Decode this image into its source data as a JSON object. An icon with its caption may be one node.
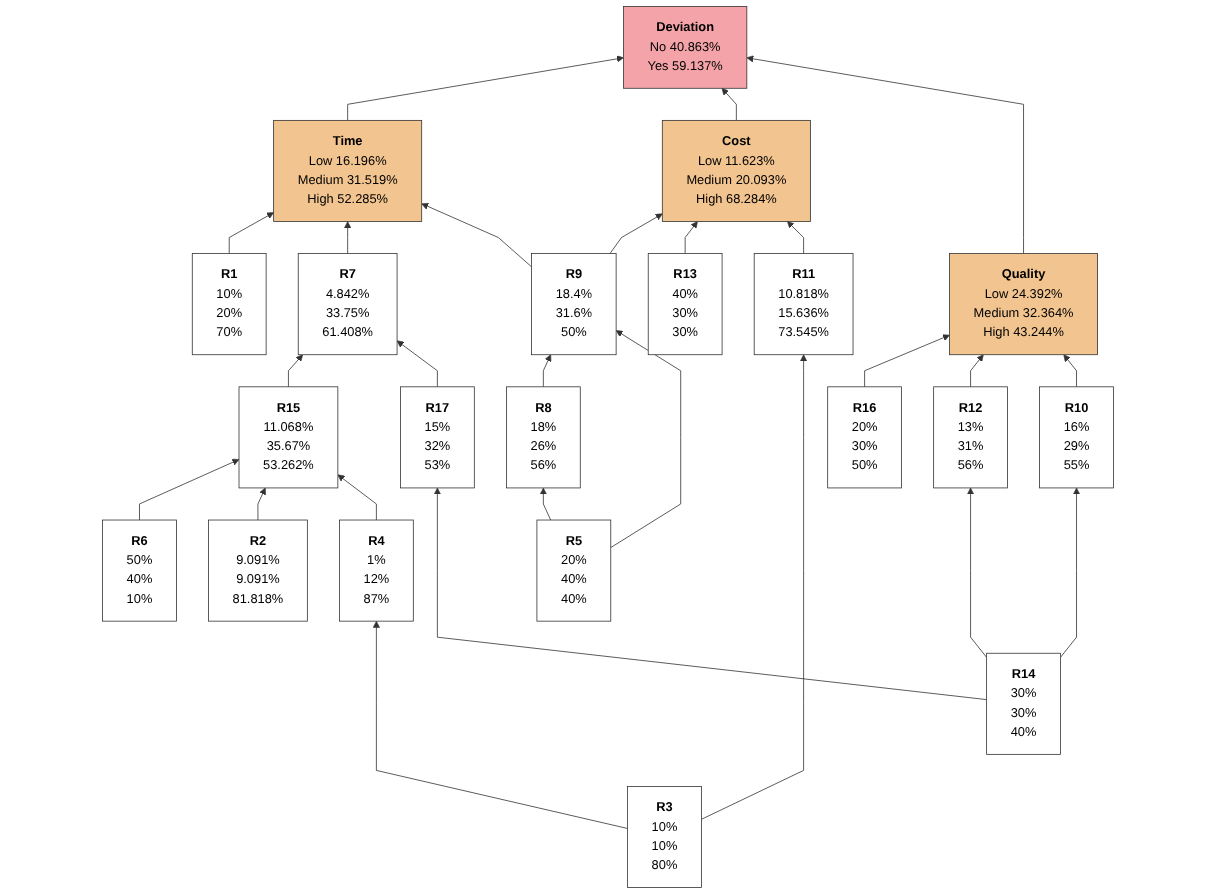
{
  "diagram": {
    "nodes": [
      {
        "text": [
          "Deviation",
          "No",
          "40.863%",
          "Yes",
          "59.137%"
        ]
      },
      {
        "text": [
          "Time",
          "Low",
          "16.196%",
          "Medium",
          "31.519%",
          "High",
          "52.285%"
        ]
      },
      {
        "text": [
          "Quality",
          "Low",
          "24.392%",
          "Medium",
          "32.364%",
          "High",
          "43.244%"
        ]
      },
      {
        "text": [
          "Cost",
          "Low",
          "11.623%",
          "Medium",
          "20.093%",
          "High",
          "68.284%"
        ]
      },
      {
        "text": [
          "R1",
          "10%",
          "20%",
          "70%"
        ]
      },
      {
        "text": [
          "R7",
          "4.842%",
          "33.75%",
          "61.408%"
        ]
      },
      {
        "text": [
          "R9",
          "18.4%",
          "31.6%",
          "50%"
        ]
      },
      {
        "text": [
          "R8",
          "18%",
          "26%",
          "56%"
        ]
      },
      {
        "text": [
          "R13",
          "40%",
          "30%",
          "30%"
        ]
      },
      {
        "text": [
          "R11",
          "10.818%",
          "15.636%",
          "73.545%"
        ]
      },
      {
        "text": [
          "R16",
          "20%",
          "30%",
          "50%"
        ]
      },
      {
        "text": [
          "R12",
          "13%",
          "31%",
          "56%"
        ]
      },
      {
        "text": [
          "R10",
          "16%",
          "29%",
          "55%"
        ]
      },
      {
        "text": [
          "R6",
          "50%",
          "40%",
          "10%"
        ]
      },
      {
        "text": [
          "R15",
          "11.068%",
          "35.67%",
          "53.262%"
        ]
      },
      {
        "text": [
          "R17",
          "15%",
          "32%",
          "53%"
        ]
      },
      {
        "text": [
          "R5",
          "20%",
          "40%",
          "40%"
        ]
      },
      {
        "text": [
          "R3",
          "10%",
          "10%",
          "80%"
        ]
      },
      {
        "text": [
          "R2",
          "9.091%",
          "9.091%",
          "81.818%"
        ]
      },
      {
        "text": [
          "R4",
          "1%",
          "12%",
          "87%"
        ]
      },
      {
        "text": [
          "R14",
          "30%",
          "30%",
          "40%"
        ]
      }
    ],
    "edges": [
      {
        "from": 1,
        "to": 0,
        "arrow": "to"
      },
      {
        "from": 3,
        "to": 0,
        "arrow": "to"
      },
      {
        "from": 2,
        "to": 0,
        "arrow": "to"
      },
      {
        "from": 4,
        "to": 1,
        "arrow": "to"
      },
      {
        "from": 5,
        "to": 1,
        "arrow": "to"
      },
      {
        "from": 6,
        "to": 1,
        "arrow": "to"
      },
      {
        "from": 6,
        "to": 3,
        "arrow": "to"
      },
      {
        "from": 8,
        "to": 3,
        "arrow": "to"
      },
      {
        "from": 9,
        "to": 3,
        "arrow": "to"
      },
      {
        "from": 10,
        "to": 2,
        "arrow": "to"
      },
      {
        "from": 11,
        "to": 2,
        "arrow": "to"
      },
      {
        "from": 12,
        "to": 2,
        "arrow": "to"
      },
      {
        "from": 7,
        "to": 6,
        "arrow": "to"
      },
      {
        "from": 16,
        "to": 6,
        "arrow": "to"
      },
      {
        "from": 16,
        "to": 7,
        "arrow": "to"
      },
      {
        "from": 17,
        "to": 9,
        "arrow": "to"
      },
      {
        "from": 14,
        "to": 5,
        "arrow": "to"
      },
      {
        "from": 15,
        "to": 5,
        "arrow": "to"
      },
      {
        "from": 13,
        "to": 14,
        "arrow": "to"
      },
      {
        "from": 18,
        "to": 14,
        "arrow": "to"
      },
      {
        "from": 19,
        "to": 14,
        "arrow": "to"
      },
      {
        "from": 17,
        "to": 19,
        "arrow": "to"
      },
      {
        "from": 20,
        "to": 15,
        "arrow": "to"
      },
      {
        "from": 20,
        "to": 11,
        "arrow": "to"
      },
      {
        "from": 20,
        "to": 12,
        "arrow": "to"
      }
    ]
  }
}
